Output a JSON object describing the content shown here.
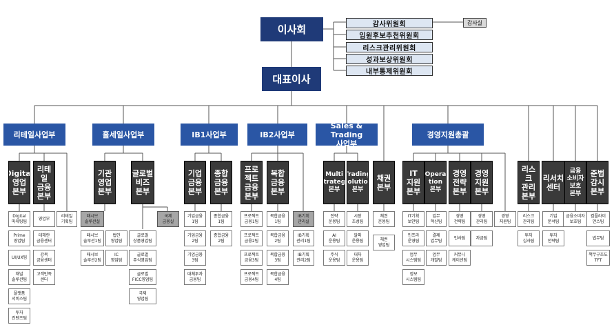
{
  "board": "이사회",
  "ceo": "대표이사",
  "committees": [
    "감사위원회",
    "임원후보추천위원회",
    "리스크관리위원회",
    "성과보상위원회",
    "내부통제위원회"
  ],
  "audit_office": "감사실",
  "divisions": {
    "retail": "리테일사업부",
    "wholesale": "홀세일사업부",
    "ib1": "IB1사업부",
    "ib2": "IB2사업부",
    "sales": "Sales & Trading\n사업부",
    "mgmt": "경영지원총괄"
  },
  "departments": {
    "digital_biz": "Digital\n영업\n본부",
    "retail_fin": "리테일\n금융\n본부",
    "institution": "기관\n영업\n본부",
    "global": "글로벌\n비즈\n본부",
    "corp_fin": "기업\n금융\n본부",
    "ib_fin": "종합\n금융\n본부",
    "project": "프로\n젝트\n금융\n본부",
    "complex": "복합\n금융\n본부",
    "multi": "Multi\nStrategy\n본부",
    "trading": "Trading\nSolution\n본부",
    "bond": "채권\n본부",
    "it": "IT\n지원\n본부",
    "operation": "Opera\ntion\n본부",
    "strategy": "경영\n전략\n본부",
    "support": "경영\n지원\n본부",
    "risk": "리스크\n관리\n본부",
    "research": "리서치\n센터",
    "consumer": "금융\n소비자\n보호\n본부",
    "compliance": "준법\n감시\n본부"
  },
  "teams": {
    "digital_biz": [
      "Digital\n마케팅팀",
      "Prime\n영업팀",
      "UI/UX팀",
      "채널\n솔루션팀",
      "플랫폼\n서비스팀",
      "투자\n컨텐츠팀"
    ],
    "retail_fin": [
      "영업부",
      "테헤란\n금융센터",
      "강북\n금융센터",
      "고객만족\n센터"
    ],
    "retail_extra": [
      "리테일\n기획팀"
    ],
    "institution": [
      "패시브\n솔루션실",
      "패시브\n솔루션1팀",
      "패시브\n솔루션2팀"
    ],
    "institution_extra": [
      "법인\n영업팀",
      "IC\n영업팀"
    ],
    "global": [
      "글로벌\n상품영업팀",
      "글로벌\n주식영업팀",
      "글로벌\nFICC영업팀",
      "국제\n영업팀"
    ],
    "global_extra": [
      "국제\n금융실"
    ],
    "corp_fin": [
      "기업금융\n1팀",
      "기업금융\n2팀",
      "기업금융\n3팀",
      "대체투자\n금융팀"
    ],
    "ib_fin": [
      "종합금융\n1팀",
      "종합금융\n2팀"
    ],
    "project": [
      "프로젝트\n금융1팀",
      "프로젝트\n금융2팀",
      "프로젝트\n금융3팀",
      "프로젝트\n금융4팀"
    ],
    "complex": [
      "복합금융\n1팀",
      "복합금융\n2팀",
      "복합금융\n3팀",
      "복합금융\n4팀"
    ],
    "ib_planning": [
      "IB기획\n관리실",
      "IB기획\n관리1팀",
      "IB기획\n관리2팀"
    ],
    "multi": [
      "전략\n운용팀",
      "AI\n운용팀",
      "주식\n운용팀"
    ],
    "trading": [
      "시장\n조성팀",
      "알파\n운용팀",
      "대차\n운용팀"
    ],
    "bond": [
      "채권\n운용팀",
      "채권\n영업팀"
    ],
    "it": [
      "IT기획\n보안팀",
      "인프라\n운영팀",
      "업무\n시스템팀",
      "정보\n시스템팀"
    ],
    "operation": [
      "업무\n혁신팀",
      "결제\n업무팀",
      "업무\n개발팀"
    ],
    "strategy": [
      "경영\n전략팀",
      "인사팀",
      "커뮤니\n케이션팀"
    ],
    "support": [
      "경영\n관리팀",
      "자금팀"
    ],
    "support_extra": [
      "경영\n지원팀"
    ],
    "risk": [
      "리스크\n관리팀",
      "투자\n심사팀"
    ],
    "research": [
      "기업\n분석팀",
      "투자\n전략팀"
    ],
    "consumer": [
      "금융소비자\n보호팀"
    ],
    "compliance": [
      "컴플라이\n언스팀",
      "법무팀",
      "책무구조도\nTFT"
    ]
  }
}
